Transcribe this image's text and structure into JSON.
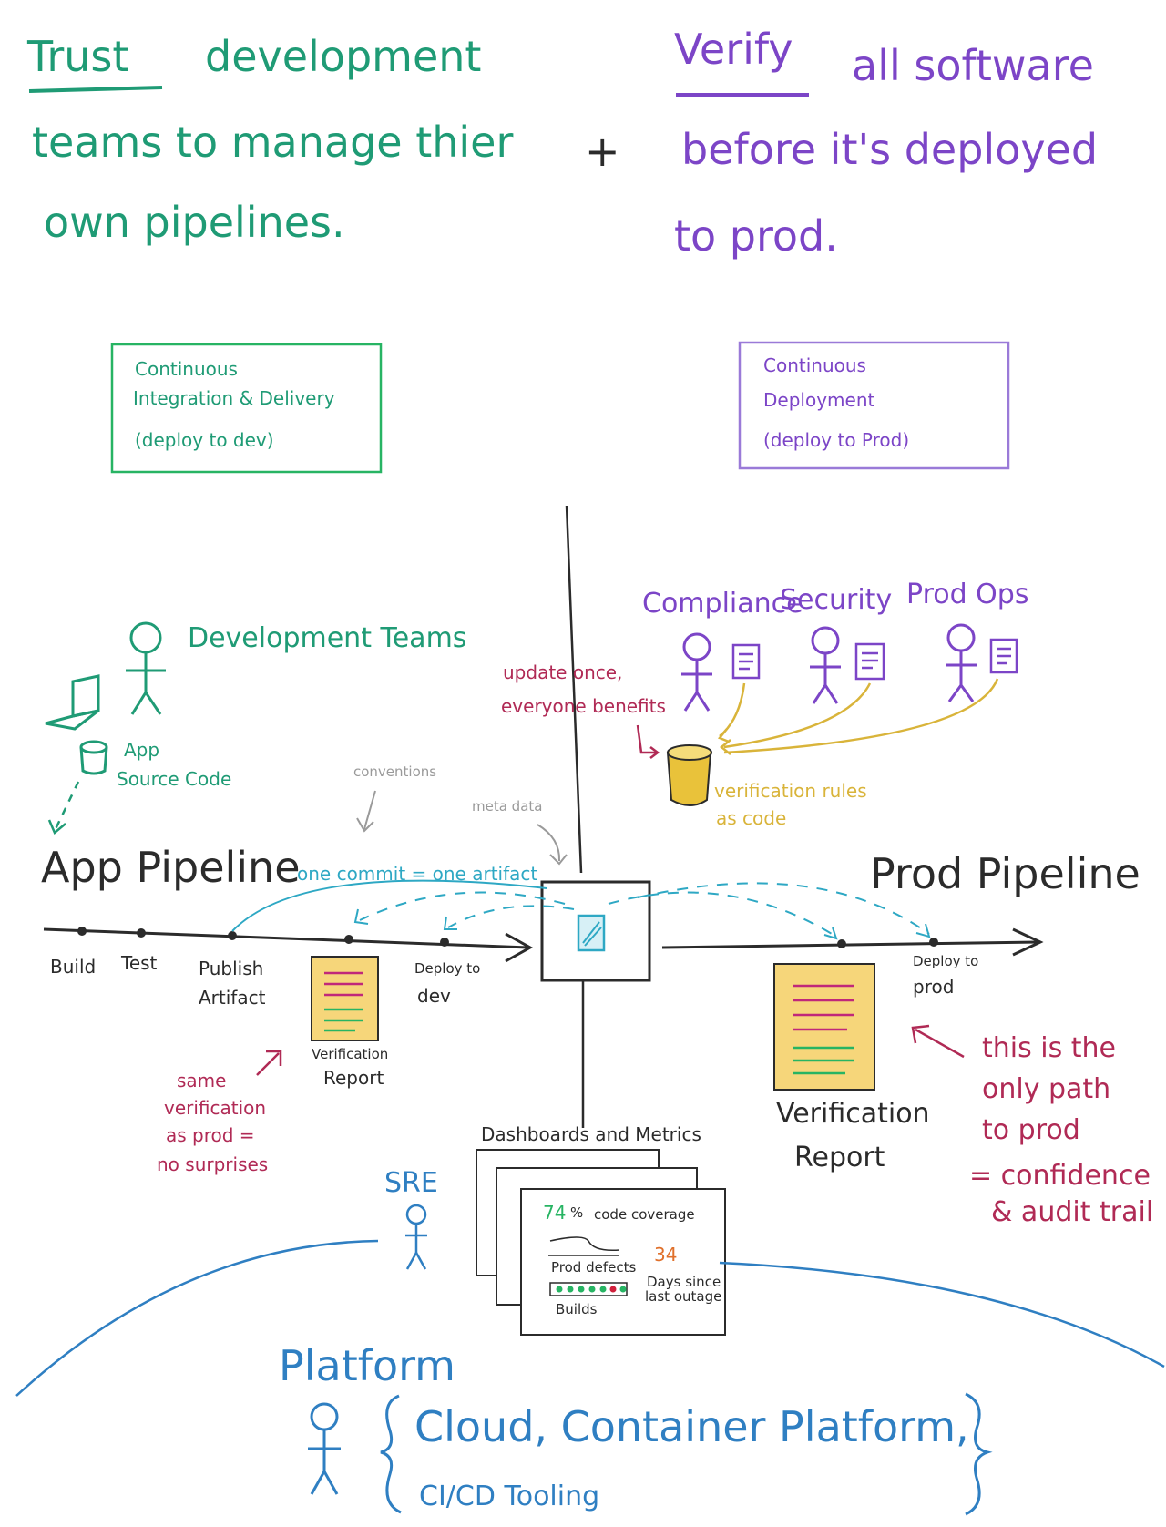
{
  "headline": {
    "left": {
      "emphasis": "Trust",
      "line1_rest": "development",
      "line2": "teams to manage thier",
      "line3": "own pipelines."
    },
    "plus": "+",
    "right": {
      "emphasis": "Verify",
      "line1_rest": "all software",
      "line2": "before it's deployed",
      "line3": "to prod."
    }
  },
  "boxes": {
    "ci": {
      "line1": "Continuous",
      "line2": "Integration & Delivery",
      "line3": "(deploy to dev)"
    },
    "cd": {
      "line1": "Continuous",
      "line2": "Deployment",
      "line3": "(deploy to Prod)"
    }
  },
  "dev_teams": {
    "label": "Development Teams",
    "source_line1": "App",
    "source_line2": "Source Code"
  },
  "stakeholders": {
    "compliance": "Compliance",
    "security": "Security",
    "prod_ops": "Prod Ops"
  },
  "update_note": {
    "line1": "update once,",
    "line2": "everyone benefits"
  },
  "rules": {
    "line1": "verification rules",
    "line2": "as code"
  },
  "annotations": {
    "conventions": "conventions",
    "metadata": "meta data",
    "one_commit": "one commit = one artifact"
  },
  "app_pipeline": {
    "title": "App Pipeline",
    "stages": {
      "build": "Build",
      "test": "Test",
      "publish_1": "Publish",
      "publish_2": "Artifact",
      "deploy_1": "Deploy to",
      "deploy_2": "dev"
    },
    "report_1": "Verification",
    "report_2": "Report"
  },
  "prod_pipeline": {
    "title": "Prod Pipeline",
    "deploy_1": "Deploy to",
    "deploy_2": "prod",
    "report_1": "Verification",
    "report_2": "Report"
  },
  "same_note": {
    "line1": "same",
    "line2": "verification",
    "line3": "as prod =",
    "line4": "no surprises"
  },
  "only_path": {
    "line1": "this is the",
    "line2": "only path",
    "line3": "to prod",
    "line4": "= confidence",
    "line5": "& audit trail"
  },
  "dashboards": {
    "title": "Dashboards and Metrics",
    "coverage_value": "74",
    "coverage_unit": "%",
    "coverage_label": "code coverage",
    "prod_defects": "Prod defects",
    "builds": "Builds",
    "days_value": "34",
    "days_1": "Days since",
    "days_2": "last outage"
  },
  "sre": "SRE",
  "platform": {
    "title": "Platform",
    "line1": "Cloud, Container Platform,",
    "line2": "CI/CD Tooling"
  },
  "colors": {
    "teal": "#1f9b75",
    "purple": "#7c45c7",
    "crimson": "#b02a55",
    "gold": "#d9b43a",
    "blue": "#2f7fc2",
    "cyan": "#2ea8c4",
    "ink": "#2b2b2b",
    "gray": "#9a9a9a"
  }
}
